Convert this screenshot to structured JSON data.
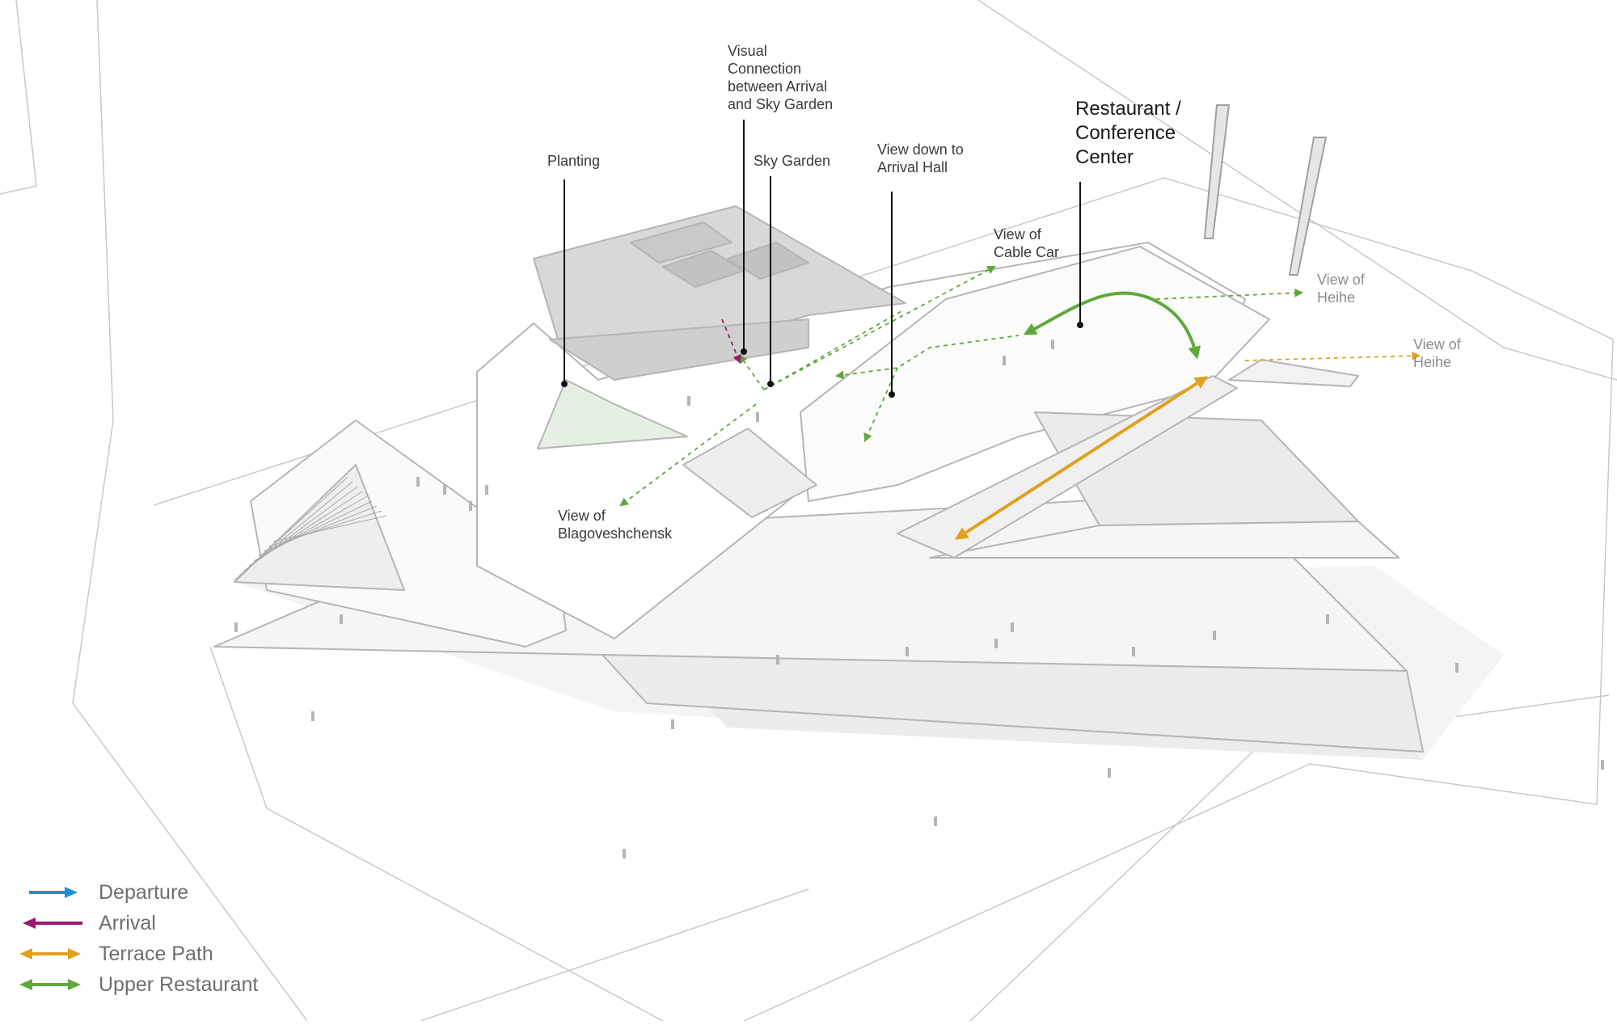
{
  "labels": {
    "visual_connection": [
      "Visual",
      "Connection",
      "between Arrival",
      "and Sky Garden"
    ],
    "planting": "Planting",
    "sky_garden": "Sky Garden",
    "view_down": [
      "View down to",
      "Arrival Hall"
    ],
    "restaurant": [
      "Restaurant /",
      "Conference",
      "Center"
    ],
    "view_cable_car": [
      "View of",
      "Cable Car"
    ],
    "view_heihe_1": [
      "View of",
      "Heihe"
    ],
    "view_heihe_2": [
      "View of",
      "Heihe"
    ],
    "view_blago": [
      "View of",
      "Blagoveshchensk"
    ]
  },
  "legend": [
    {
      "label": "Departure",
      "color": "#1f8fd6",
      "direction": "right"
    },
    {
      "label": "Arrival",
      "color": "#9b1a6e",
      "direction": "left"
    },
    {
      "label": "Terrace Path",
      "color": "#e0a020",
      "direction": "both"
    },
    {
      "label": "Upper Restaurant",
      "color": "#5fa83a",
      "direction": "both"
    }
  ],
  "colors": {
    "upper_restaurant": "#5fa83a",
    "terrace_path": "#e0a020",
    "arrival": "#9b1a6e",
    "departure": "#1f8fd6",
    "building_line": "#b5b5b5",
    "shadow": "#ececec"
  }
}
